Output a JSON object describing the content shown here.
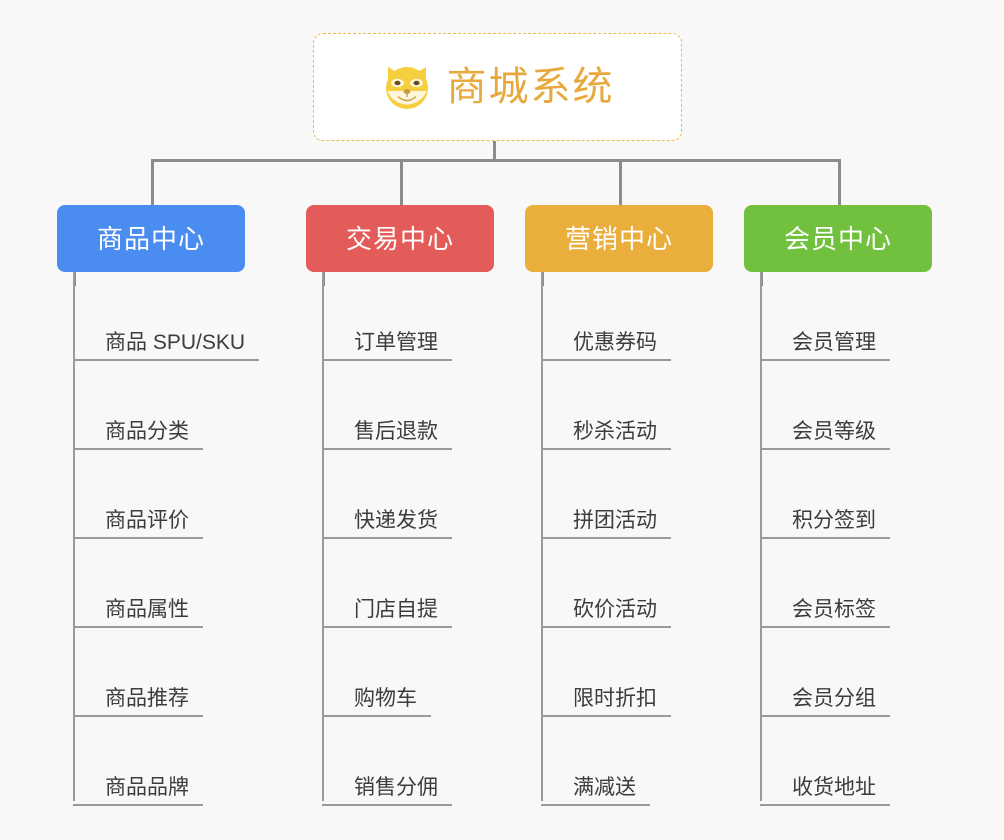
{
  "root": {
    "title": "商城系统",
    "logo_icon": "shiba-dog-icon",
    "border_color": "#f0b84a",
    "title_color": "#e8a93c",
    "background": "#ffffff"
  },
  "canvas": {
    "background": "#f8f8f8",
    "connector_color": "#8c8c8c",
    "rule_color": "#9a9a9a",
    "leaf_text_color": "#3c3c3c"
  },
  "columns": [
    {
      "title": "商品中心",
      "color": "#4a8cf0",
      "items": [
        "商品 SPU/SKU",
        "商品分类",
        "商品评价",
        "商品属性",
        "商品推荐",
        "商品品牌"
      ]
    },
    {
      "title": "交易中心",
      "color": "#e45c59",
      "items": [
        "订单管理",
        "售后退款",
        "快递发货",
        "门店自提",
        "购物车",
        "销售分佣"
      ]
    },
    {
      "title": "营销中心",
      "color": "#eaae3c",
      "items": [
        "优惠券码",
        "秒杀活动",
        "拼团活动",
        "砍价活动",
        "限时折扣",
        "满减送"
      ]
    },
    {
      "title": "会员中心",
      "color": "#71c13e",
      "items": [
        "会员管理",
        "会员等级",
        "积分签到",
        "会员标签",
        "会员分组",
        "收货地址"
      ]
    }
  ]
}
